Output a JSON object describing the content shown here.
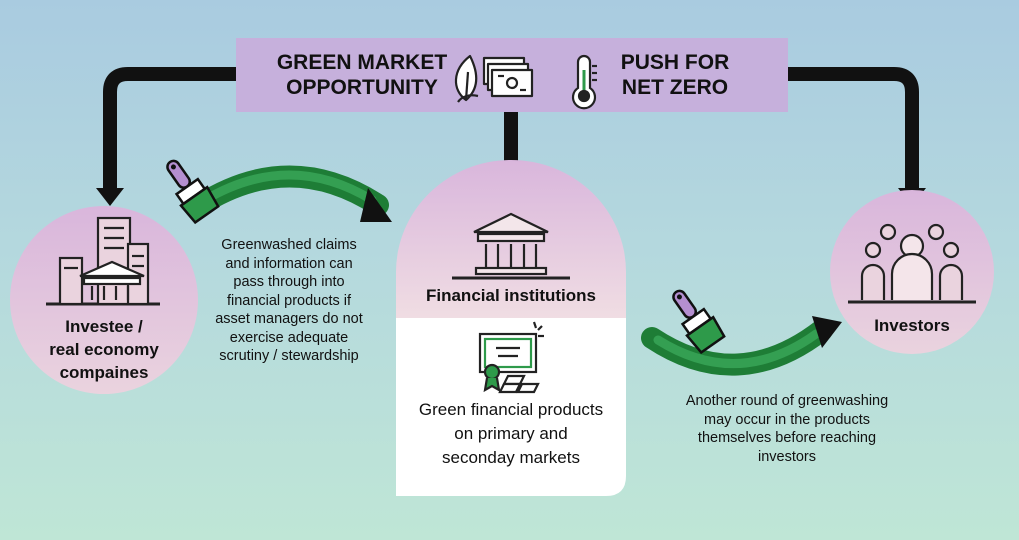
{
  "banner": {
    "left_title": "GREEN MARKET\nOPPORTUNITY",
    "right_title": "PUSH FOR\nNET ZERO",
    "left_icon": "leaf-and-money-icon",
    "right_icon": "thermometer-icon"
  },
  "nodes": {
    "investee": {
      "label": "Investee /\nreal economy\ncompaines",
      "icon": "city-buildings-icon"
    },
    "financial": {
      "label": "Financial institutions",
      "icon": "bank-building-icon"
    },
    "investors": {
      "label": "Investors",
      "icon": "people-group-icon"
    }
  },
  "products": {
    "label": "Green financial products\non primary and\nseconday markets",
    "icon": "certificate-gold-bars-icon"
  },
  "notes": {
    "first": "Greenwashed claims\nand information can\npass through into\nfinancial products if\nasset managers do not\nexercise adequate\nscrutiny / stewardship",
    "second": "Another round of greenwashing\nmay occur in the products\nthemselves before reaching\ninvestors"
  },
  "colors": {
    "banner": "#c6b0dc",
    "node_fill": "#e6c9dc",
    "green_stroke": "#2e9a4a",
    "arrow": "#111111",
    "brush_handle": "#b48fd0"
  }
}
